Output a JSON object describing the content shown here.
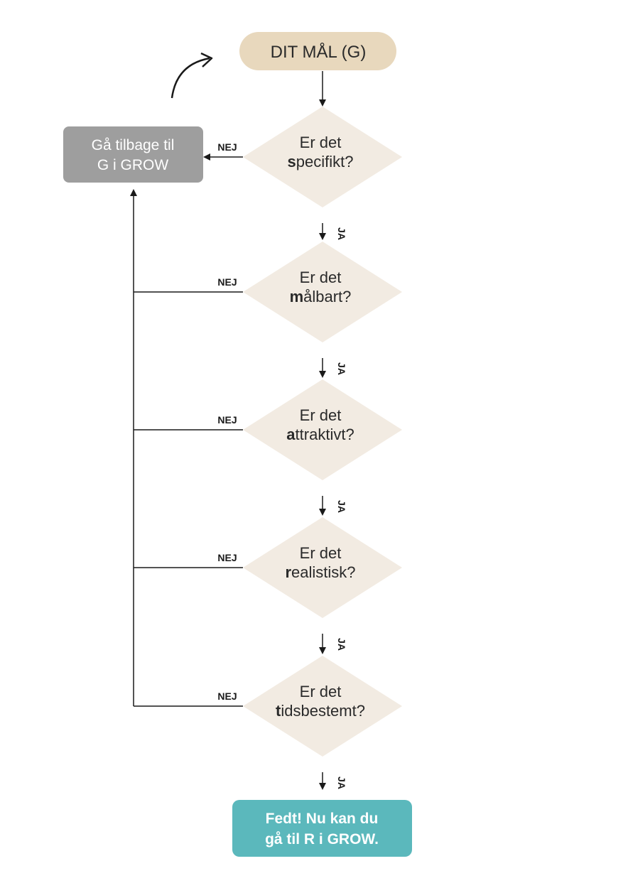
{
  "colors": {
    "start_fill": "#e8d8bd",
    "decision_fill": "#f2ebe2",
    "back_fill": "#9e9e9e",
    "end_fill": "#5bb8bc",
    "line": "#1a1a1a"
  },
  "start": {
    "label": "DIT MÅL (G)"
  },
  "back": {
    "line1": "Gå tilbage til",
    "line2": "G i GROW"
  },
  "end": {
    "line1": "Fedt! Nu kan du",
    "line2": "gå til R i GROW."
  },
  "decisions": [
    {
      "line1": "Er det",
      "key": "s",
      "rest": "pecifikt?"
    },
    {
      "line1": "Er det",
      "key": "m",
      "rest": "ålbart?"
    },
    {
      "line1": "Er det",
      "key": "a",
      "rest": "ttraktivt?"
    },
    {
      "line1": "Er det",
      "key": "r",
      "rest": "ealistisk?"
    },
    {
      "line1": "Er det",
      "key": "t",
      "rest": "idsbestemt?"
    }
  ],
  "labels": {
    "no": "NEJ",
    "yes": "JA"
  },
  "icons": {
    "loop_arrow": "curved-arrow-icon"
  }
}
